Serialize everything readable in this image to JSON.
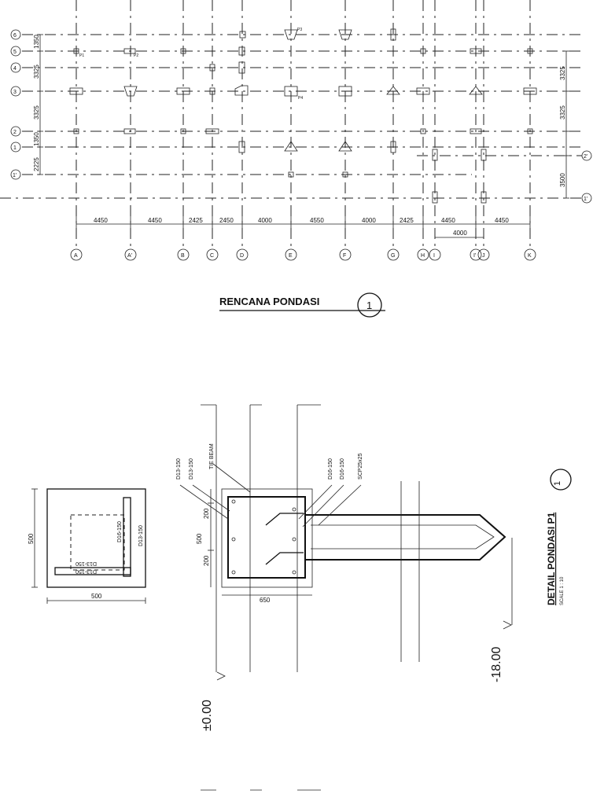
{
  "plan": {
    "title": "RENCANA PONDASI",
    "title_number": "1",
    "grid_axes_x": [
      "A",
      "A'",
      "B",
      "C",
      "D",
      "E",
      "F",
      "G",
      "H",
      "I",
      "I'",
      "J",
      "K"
    ],
    "grid_axes_y_left": [
      "6",
      "5",
      "4",
      "3",
      "2",
      "1",
      "1'"
    ],
    "grid_axes_y_right": [
      "2'",
      "1'"
    ],
    "dims_bottom": [
      "4450",
      "4450",
      "2425",
      "2450",
      "4000",
      "4550",
      "4000",
      "2425",
      "4450",
      "4450"
    ],
    "dim_bottom_second": "4000",
    "dims_left": [
      "1350",
      "3325",
      "3325",
      "1350",
      "2225"
    ],
    "dims_right": [
      "3325",
      "3325",
      "3500"
    ],
    "pile_cap_labels": [
      "P1",
      "P2",
      "P3",
      "P4"
    ]
  },
  "detail": {
    "title": "DETAIL PONDASI P1",
    "scale": "SCALE 1 : 10",
    "number": "1",
    "plan_view": {
      "width_dim": "500",
      "height_dim": "500",
      "rebar_1": "D13-150",
      "rebar_2": "D16-150",
      "rebar_3": "D13-150",
      "rebar_4": "D13-150"
    },
    "section": {
      "callouts_left": [
        "D13-150",
        "D13-150",
        "TIE BEAM"
      ],
      "callouts_right": [
        "D16-150",
        "D16-150",
        "SCP25x25"
      ],
      "dim_v_1": "200",
      "dim_v_2": "500",
      "dim_v_3": "200",
      "dim_h": "650",
      "elev_top": "±0.00",
      "elev_pile": "-18.00"
    }
  }
}
